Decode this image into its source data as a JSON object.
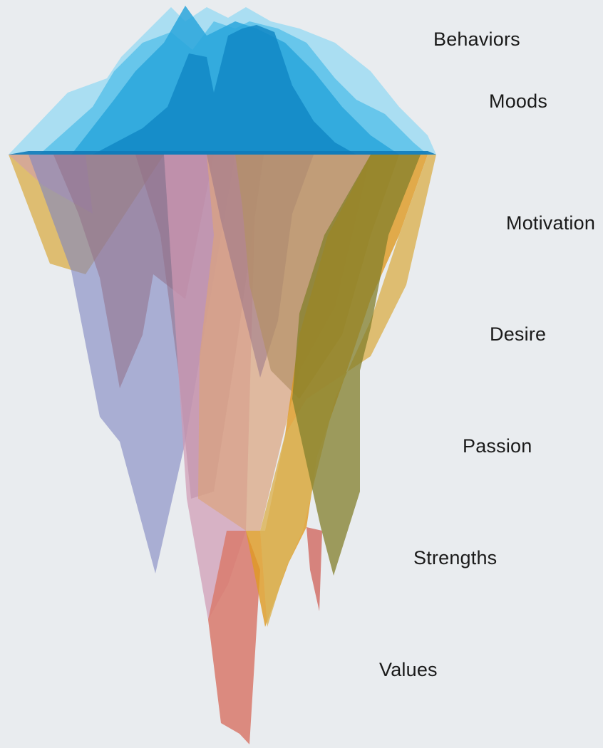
{
  "layers": [
    {
      "key": "behaviors",
      "label": "Behaviors"
    },
    {
      "key": "moods",
      "label": "Moods"
    },
    {
      "key": "motivation",
      "label": "Motivation"
    },
    {
      "key": "desire",
      "label": "Desire"
    },
    {
      "key": "passion",
      "label": "Passion"
    },
    {
      "key": "strengths",
      "label": "Strengths"
    },
    {
      "key": "values",
      "label": "Values"
    }
  ],
  "colors": {
    "background": "#e9ecef",
    "tip": [
      "#9fdcf2",
      "#5cc2ea",
      "#2aa6dc",
      "#1287c6"
    ],
    "submerged": {
      "lavender": "#8a8fcf",
      "orange": "#f5a623",
      "gold": "#f1c462",
      "olive": "#8f8a2e",
      "salmon": "#ee8a7a",
      "pink": "#e4a6c0",
      "mauve": "#a07890"
    }
  }
}
